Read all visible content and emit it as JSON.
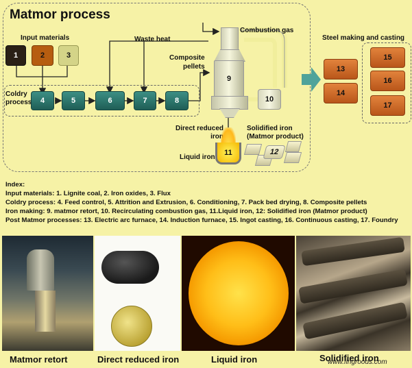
{
  "title": "Matmor process",
  "labels": {
    "input_materials": "Input materials",
    "waste_heat": "Waste heat",
    "combustion_gas": "Combustion gas",
    "composite_pellets": "Composite\npellets",
    "coldry_process": "Coldry\nprocess",
    "direct_reduced_iron": "Direct reduced\niron",
    "solidified_iron": "Solidified iron\n(Matmor product)",
    "liquid_iron": "Liquid iron",
    "steel_making": "Steel making and casting"
  },
  "boxes": {
    "b1": "1",
    "b2": "2",
    "b3": "3",
    "b4": "4",
    "b5": "5",
    "b6": "6",
    "b7": "7",
    "b8": "8",
    "b9": "9",
    "b10": "10",
    "b11": "11",
    "b12": "12",
    "b13": "13",
    "b14": "14",
    "b15": "15",
    "b16": "16",
    "b17": "17"
  },
  "colors": {
    "background": "#f6f2a6",
    "teal_box": "#2f7a70",
    "orange_box": "#d16c2a",
    "arrow_teal": "#4fa39a"
  },
  "index": {
    "heading": "Index:",
    "lines": [
      "Input materials: 1. Lignite coal, 2. Iron oxides, 3. Flux",
      "Coldry process: 4. Feed control, 5. Attrition and Extrusion, 6. Conditioning, 7. Pack bed drying, 8. Composite pellets",
      "Iron making: 9. matmor retort, 10. Recirculating combustion gas, 11.Liquid iron, 12: Solidified iron (Matmor product)",
      "Post Matmor processes: 13. Electric arc furnace, 14. Induction furnace, 15. Ingot casting, 16. Continuous casting, 17. Foundry"
    ]
  },
  "photos": [
    {
      "caption": "Matmor retort"
    },
    {
      "caption": "Direct reduced iron"
    },
    {
      "caption": "Liquid iron"
    },
    {
      "caption": "Solidified iron"
    }
  ],
  "watermark": "www.fingroods.com"
}
